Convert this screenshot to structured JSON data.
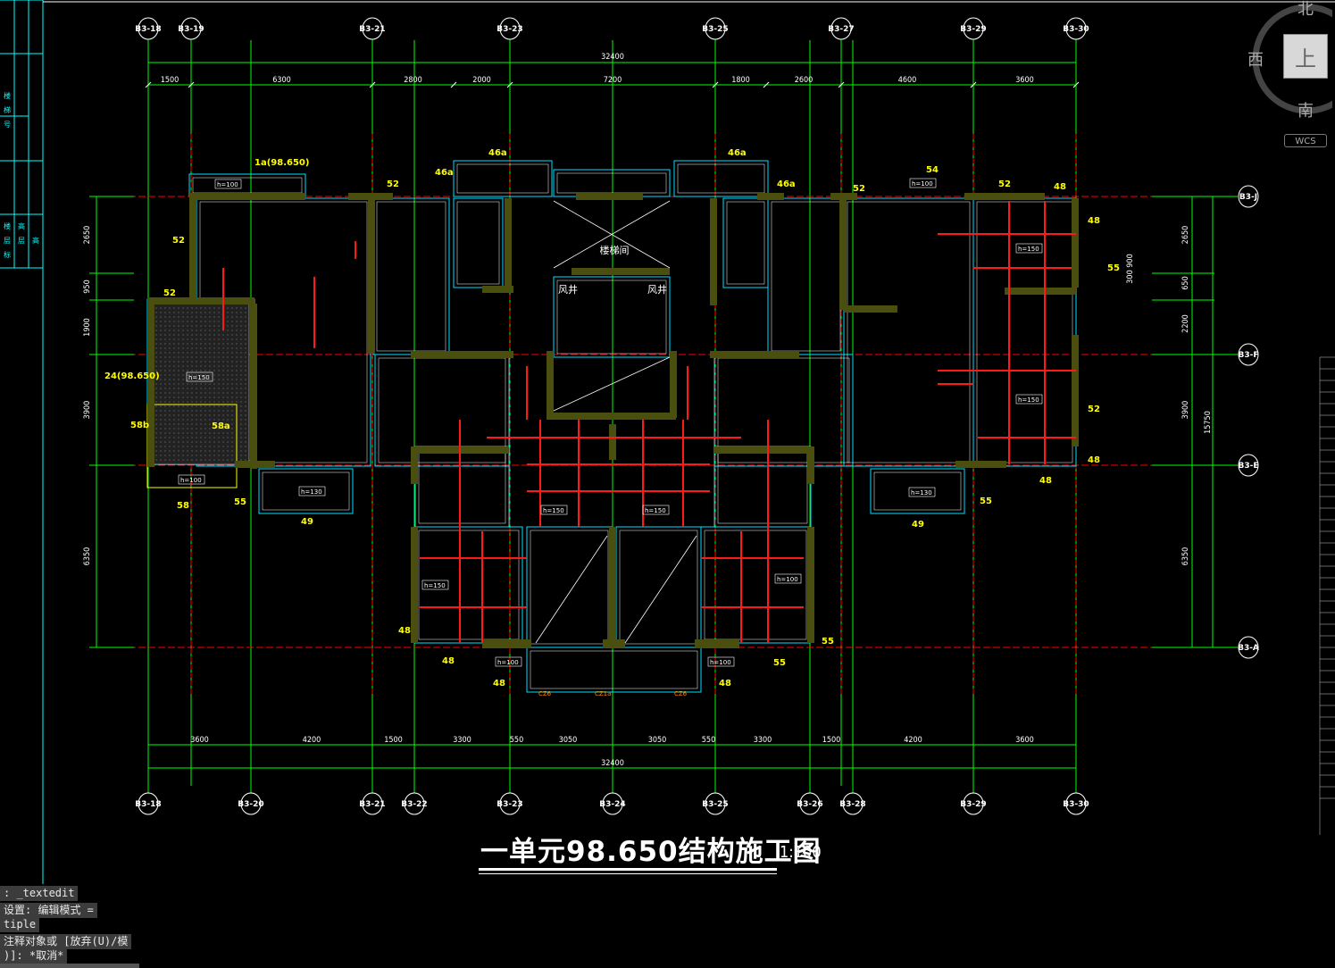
{
  "drawing": {
    "title": "一单元98.650结构施工图",
    "scale": "1:100",
    "top_axes": [
      "B3-18",
      "B3-19",
      "B3-21",
      "B3-23",
      "B3-25",
      "B3-27",
      "B3-29",
      "B3-30"
    ],
    "bottom_axes": [
      "B3-18",
      "B3-20",
      "B3-21",
      "B3-22",
      "B3-23",
      "B3-24",
      "B3-25",
      "B3-26",
      "B3-28",
      "B3-29",
      "B3-30"
    ],
    "right_axes": [
      "B3-J",
      "B3-F",
      "B3-E",
      "B3-A"
    ],
    "top_total": "32400",
    "bottom_total": "32400",
    "top_dims": [
      "1500",
      "6300",
      "2800",
      "2000",
      "7200",
      "1800",
      "2600",
      "4600",
      "3600"
    ],
    "bottom_dims": [
      "3600",
      "4200",
      "1500",
      "3300",
      "550",
      "3050",
      "3050",
      "550",
      "3300",
      "1500",
      "4200",
      "3600"
    ],
    "left_dims": [
      "2650",
      "950",
      "1900",
      "3900",
      "6350"
    ],
    "right_dims": [
      "2650",
      "650",
      "2200",
      "3900",
      "6350"
    ],
    "right_total": "15750",
    "right_small": [
      "300",
      "900"
    ],
    "room_labels": [
      "楼梯间",
      "风井",
      "风井"
    ],
    "beam_labels": [
      "1a(98.650)",
      "52",
      "46a",
      "46a",
      "46a",
      "46a",
      "52",
      "54",
      "52",
      "48",
      "48",
      "55",
      "52",
      "52",
      "24(98.650)",
      "58b",
      "58a",
      "58",
      "55",
      "49",
      "49",
      "55",
      "48",
      "48",
      "48",
      "48",
      "55",
      "55",
      "48",
      "48",
      "52"
    ],
    "slab_labels": [
      "h=100",
      "h=150",
      "h=100",
      "h=130",
      "h=100",
      "h=150",
      "h=130",
      "h=150",
      "h=150",
      "h=150",
      "h=150",
      "h=100",
      "h=100",
      "h=100"
    ],
    "col_labels": [
      "CZ6",
      "CZ1a",
      "CZ6"
    ]
  },
  "viewcube": {
    "north": "北",
    "west": "西",
    "south": "南",
    "top": "上",
    "wcs": "WCS"
  },
  "command_line": {
    "line1": ": _textedit",
    "line2": "设置: 编辑模式 =",
    "line3": "tiple",
    "line4": "注释对象或 [放弃(U)/模",
    "line5": ")]: *取消*"
  },
  "left_palette": {
    "labels": [
      "楼",
      "梯",
      "号",
      "楼",
      "层",
      "标",
      "高",
      "层",
      "高"
    ]
  }
}
